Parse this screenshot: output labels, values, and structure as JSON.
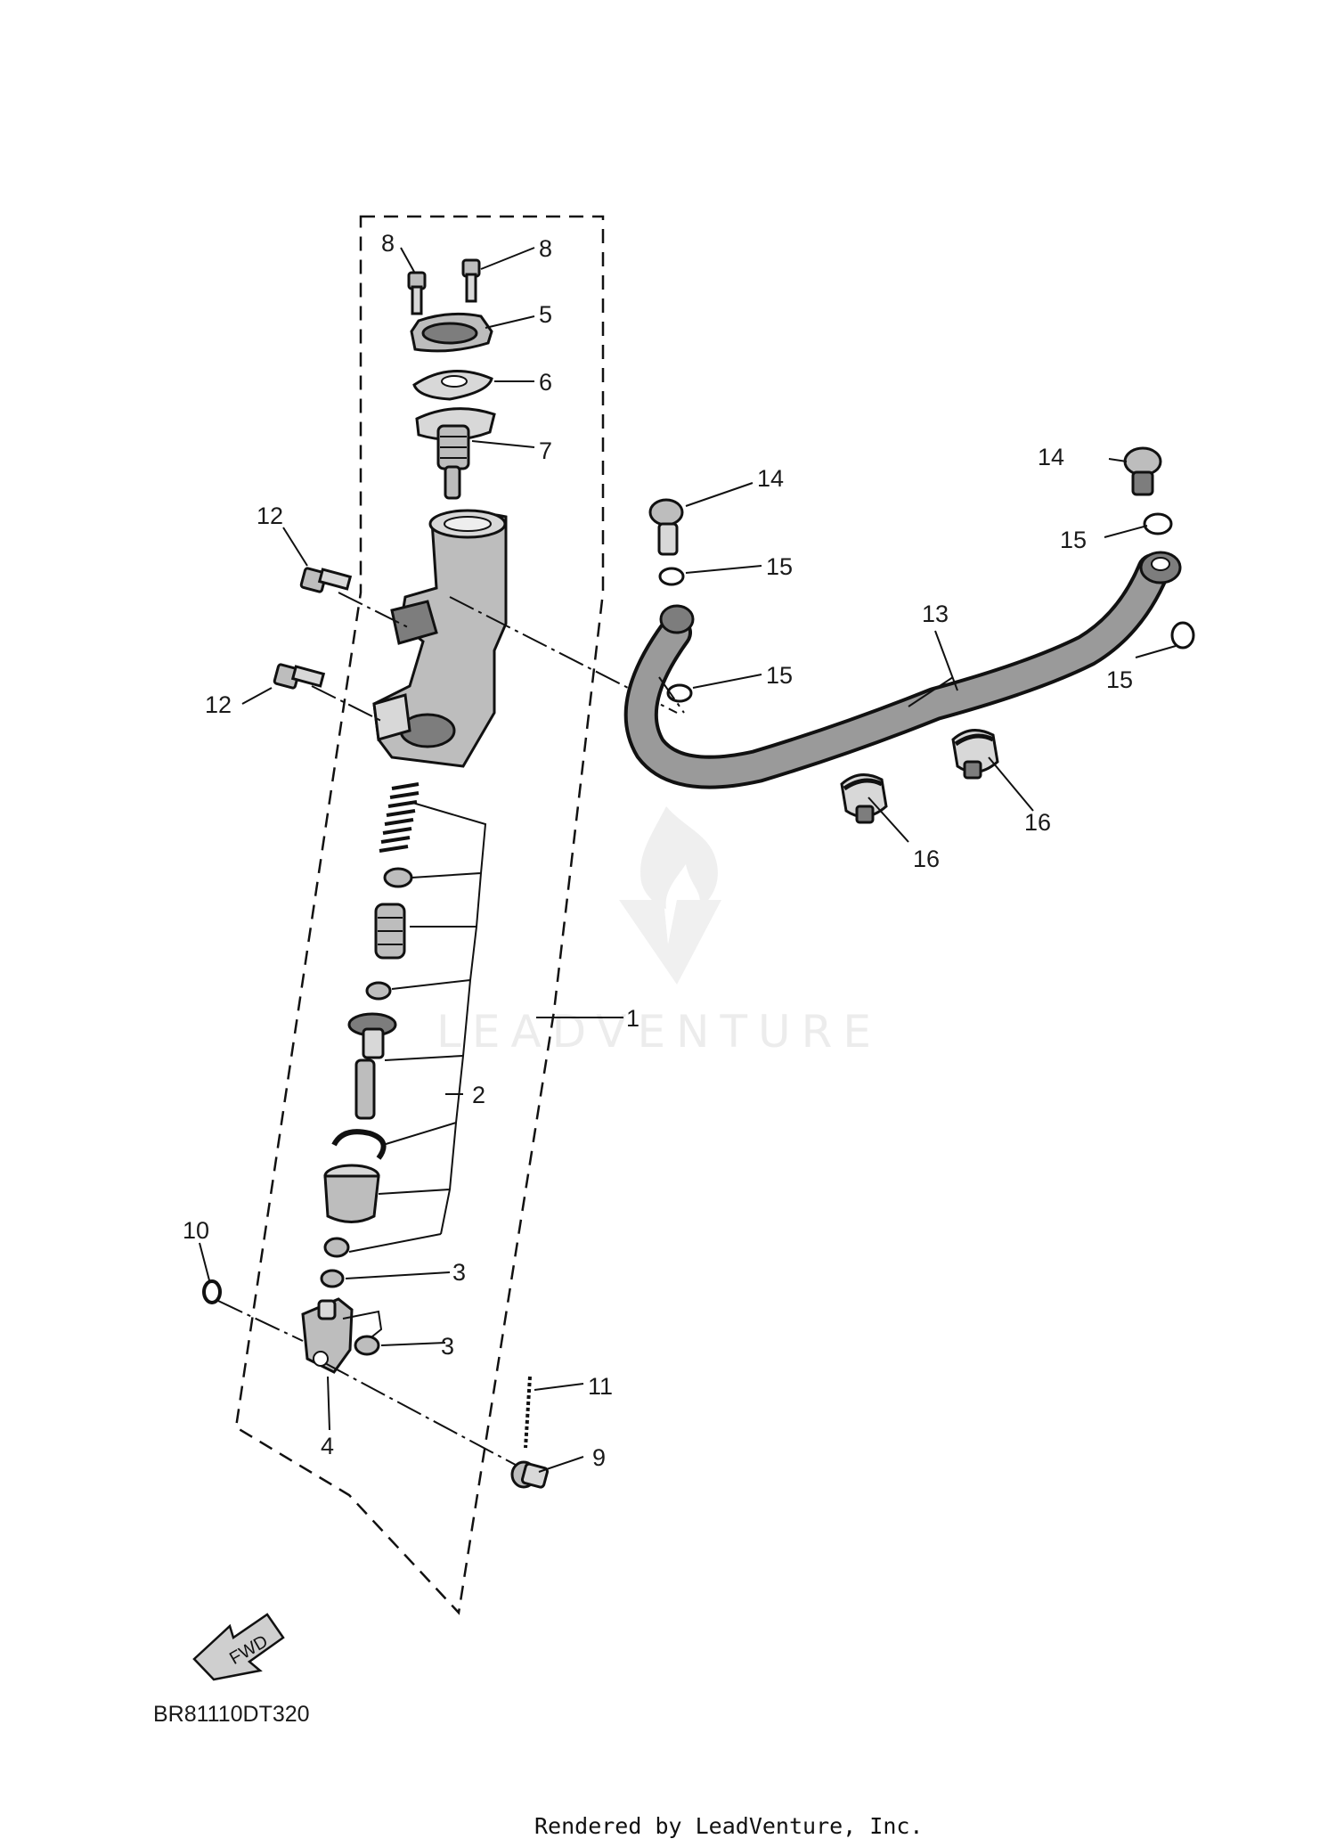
{
  "diagram": {
    "code": "BR81110DT320",
    "fwd_label": "FWD",
    "footer": "Rendered by LeadVenture, Inc.",
    "watermark": "LEADVENTURE",
    "callouts": {
      "c1": "1",
      "c2": "2",
      "c3a": "3",
      "c3b": "3",
      "c4": "4",
      "c5": "5",
      "c6": "6",
      "c7": "7",
      "c8a": "8",
      "c8b": "8",
      "c9": "9",
      "c10": "10",
      "c11": "11",
      "c12a": "12",
      "c12b": "12",
      "c13": "13",
      "c14a": "14",
      "c14b": "14",
      "c15a": "15",
      "c15b": "15",
      "c15c": "15",
      "c15d": "15",
      "c16a": "16",
      "c16b": "16"
    }
  }
}
